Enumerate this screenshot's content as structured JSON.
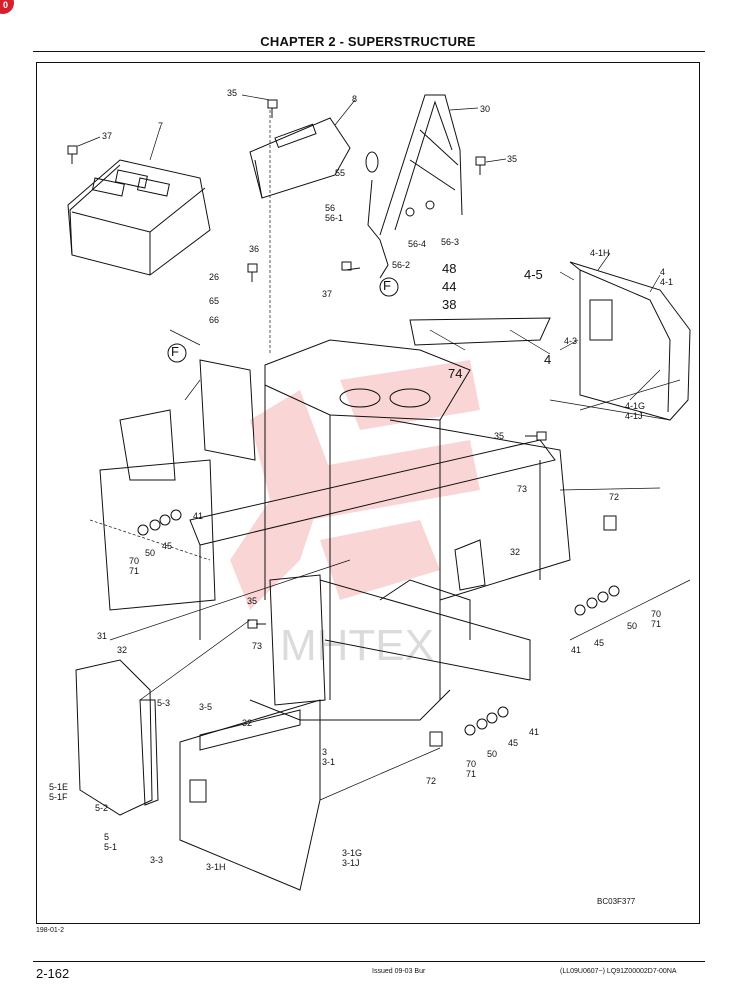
{
  "corner_badge": "0",
  "header": {
    "chapter_title": "CHAPTER 2 - SUPERSTRUCTURE"
  },
  "figure": {
    "callouts": {
      "c35a": "35",
      "c8": "8",
      "c30": "30",
      "c37a": "37",
      "c7": "7",
      "c35b": "35",
      "c55": "55",
      "c56": "56\n56-1",
      "c56_4": "56-4",
      "c56_3": "56-3",
      "c56_2": "56-2",
      "c36": "36",
      "c37b": "37",
      "c26": "26",
      "c65": "65",
      "c66": "66",
      "c48": "48",
      "c44": "44",
      "c38": "38",
      "c74": "74",
      "cF1": "F",
      "cF2": "F",
      "c4_5": "4-5",
      "c4_1H": "4-1H",
      "c4": "4\n4-1",
      "c4_3": "4-3",
      "c4b": "4",
      "c4_1G": "4-1G\n4-1J",
      "c35c": "35",
      "c73a": "73",
      "c72a": "72",
      "c41a": "41",
      "c70a": "70\n71",
      "c50a": "50",
      "c45a": "45",
      "c32a": "32",
      "c70b": "70\n71",
      "c50b": "50",
      "c45b": "45",
      "c41b": "41",
      "c31": "31",
      "c32b": "32",
      "c35d": "35",
      "c73b": "73",
      "c32c": "32",
      "c5_3": "5-3",
      "c3_5": "3-5",
      "c3": "3\n3-1",
      "c41c": "41",
      "c45c": "45",
      "c50c": "50",
      "c70c": "70\n71",
      "c72b": "72",
      "c5_1E": "5-1E\n5-1F",
      "c5_2": "5-2",
      "c5": "5\n5-1",
      "c3_3": "3-3",
      "c3_1H": "3-1H",
      "c3_1G": "3-1G\n3-1J"
    },
    "code": "BC03F377",
    "watermark_text": "MHTEX"
  },
  "ref_code": "198-01-2",
  "footer": {
    "page_number": "2-162",
    "issue": "Issued 09-03   Bur",
    "doc_code": "(LL09U0607~)   LQ91Z00002D7-00NA"
  }
}
